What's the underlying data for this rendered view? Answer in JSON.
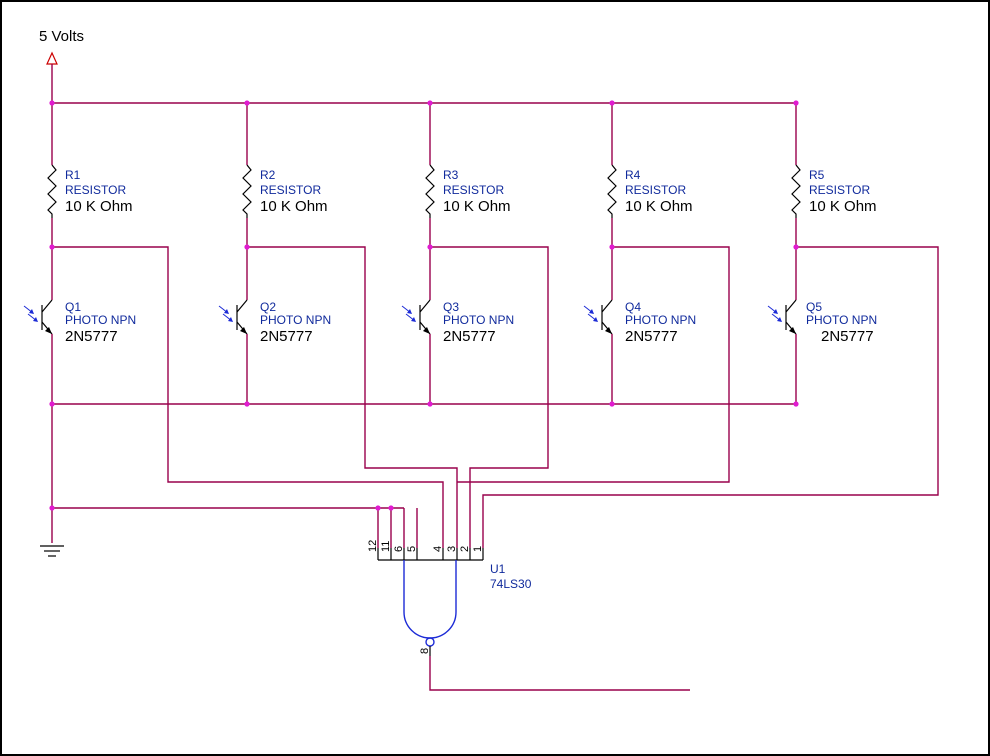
{
  "supply_label": "5 Volts",
  "resistors": [
    {
      "ref": "R1",
      "type": "RESISTOR",
      "value": "10 K Ohm"
    },
    {
      "ref": "R2",
      "type": "RESISTOR",
      "value": "10 K Ohm"
    },
    {
      "ref": "R3",
      "type": "RESISTOR",
      "value": "10 K Ohm"
    },
    {
      "ref": "R4",
      "type": "RESISTOR",
      "value": "10 K Ohm"
    },
    {
      "ref": "R5",
      "type": "RESISTOR",
      "value": "10 K Ohm"
    }
  ],
  "transistors": [
    {
      "ref": "Q1",
      "type": "PHOTO NPN",
      "part": "2N5777"
    },
    {
      "ref": "Q2",
      "type": "PHOTO NPN",
      "part": "2N5777"
    },
    {
      "ref": "Q3",
      "type": "PHOTO NPN",
      "part": "2N5777"
    },
    {
      "ref": "Q4",
      "type": "PHOTO NPN",
      "part": "2N5777"
    },
    {
      "ref": "Q5",
      "type": "PHOTO NPN",
      "part": "2N5777"
    }
  ],
  "gate": {
    "ref": "U1",
    "part": "74LS30",
    "input_pins": [
      "12",
      "11",
      "6",
      "5",
      "4",
      "3",
      "2",
      "1"
    ],
    "output_pin": "8"
  },
  "colors": {
    "wire": "#99004c",
    "junction": "#e01bd0",
    "gate": "#1c2bd6",
    "label": "#102a9c"
  }
}
